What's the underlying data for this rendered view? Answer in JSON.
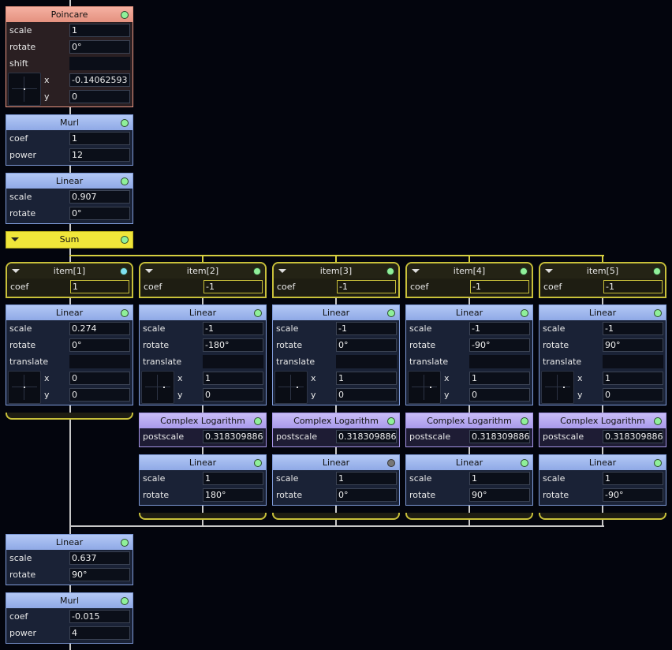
{
  "poincare": {
    "title": "Poincare",
    "scale_label": "scale",
    "scale": "1",
    "rotate_label": "rotate",
    "rotate": "0°",
    "shift_label": "shift",
    "x_label": "x",
    "x": "-0.14062593",
    "y_label": "y",
    "y": "0"
  },
  "murl1": {
    "title": "Murl",
    "coef_label": "coef",
    "coef": "1",
    "power_label": "power",
    "power": "12"
  },
  "linear1": {
    "title": "Linear",
    "scale_label": "scale",
    "scale": "0.907",
    "rotate_label": "rotate",
    "rotate": "0°"
  },
  "sum": {
    "title": "Sum"
  },
  "items": [
    {
      "title": "item[1]",
      "coef_label": "coef",
      "coef": "1",
      "linear": {
        "title": "Linear",
        "scale_label": "scale",
        "scale": "0.274",
        "rotate_label": "rotate",
        "rotate": "0°",
        "translate_label": "translate",
        "x_label": "x",
        "x": "0",
        "y_label": "y",
        "y": "0"
      }
    },
    {
      "title": "item[2]",
      "coef_label": "coef",
      "coef": "-1",
      "linear": {
        "title": "Linear",
        "scale_label": "scale",
        "scale": "-1",
        "rotate_label": "rotate",
        "rotate": "-180°",
        "translate_label": "translate",
        "x_label": "x",
        "x": "1",
        "y_label": "y",
        "y": "0"
      },
      "clog": {
        "title": "Complex Logarithm",
        "postscale_label": "postscale",
        "postscale": "0.318309886"
      },
      "linear2": {
        "title": "Linear",
        "scale_label": "scale",
        "scale": "1",
        "rotate_label": "rotate",
        "rotate": "180°"
      }
    },
    {
      "title": "item[3]",
      "coef_label": "coef",
      "coef": "-1",
      "linear": {
        "title": "Linear",
        "scale_label": "scale",
        "scale": "-1",
        "rotate_label": "rotate",
        "rotate": "0°",
        "translate_label": "translate",
        "x_label": "x",
        "x": "1",
        "y_label": "y",
        "y": "0"
      },
      "clog": {
        "title": "Complex Logarithm",
        "postscale_label": "postscale",
        "postscale": "0.318309886"
      },
      "linear2": {
        "title": "Linear",
        "scale_label": "scale",
        "scale": "1",
        "rotate_label": "rotate",
        "rotate": "0°"
      }
    },
    {
      "title": "item[4]",
      "coef_label": "coef",
      "coef": "-1",
      "linear": {
        "title": "Linear",
        "scale_label": "scale",
        "scale": "-1",
        "rotate_label": "rotate",
        "rotate": "-90°",
        "translate_label": "translate",
        "x_label": "x",
        "x": "1",
        "y_label": "y",
        "y": "0"
      },
      "clog": {
        "title": "Complex Logarithm",
        "postscale_label": "postscale",
        "postscale": "0.318309886"
      },
      "linear2": {
        "title": "Linear",
        "scale_label": "scale",
        "scale": "1",
        "rotate_label": "rotate",
        "rotate": "90°"
      }
    },
    {
      "title": "item[5]",
      "coef_label": "coef",
      "coef": "-1",
      "linear": {
        "title": "Linear",
        "scale_label": "scale",
        "scale": "-1",
        "rotate_label": "rotate",
        "rotate": "90°",
        "translate_label": "translate",
        "x_label": "x",
        "x": "1",
        "y_label": "y",
        "y": "0"
      },
      "clog": {
        "title": "Complex Logarithm",
        "postscale_label": "postscale",
        "postscale": "0.318309886"
      },
      "linear2": {
        "title": "Linear",
        "scale_label": "scale",
        "scale": "1",
        "rotate_label": "rotate",
        "rotate": "-90°"
      }
    }
  ],
  "linear_post": {
    "title": "Linear",
    "scale_label": "scale",
    "scale": "0.637",
    "rotate_label": "rotate",
    "rotate": "90°"
  },
  "murl2": {
    "title": "Murl",
    "coef_label": "coef",
    "coef": "-0.015",
    "power_label": "power",
    "power": "4"
  },
  "colors": {
    "blue_node": "#8fa9e6",
    "pink_node": "#e4917f",
    "purple_node": "#a899ea",
    "sum_yellow": "#f0e63a",
    "enabled_dot": "#8ff09a",
    "selected_dot": "#7fe0f0",
    "disabled_dot": "#777777",
    "background": "#03050d"
  }
}
